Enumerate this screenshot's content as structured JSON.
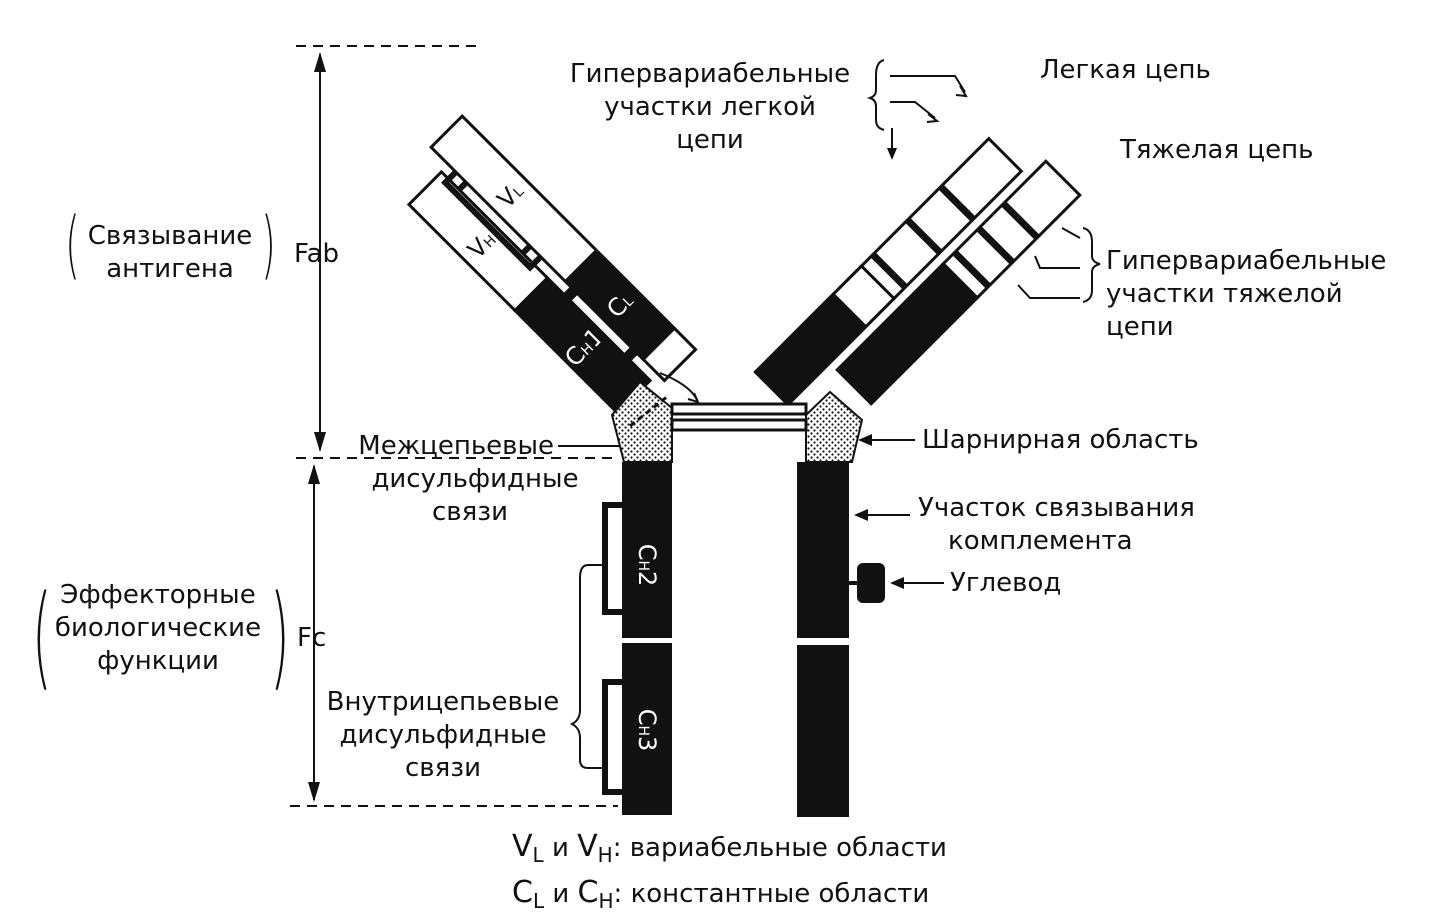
{
  "domains": {
    "vl": "V",
    "vl_sub": "L",
    "vh": "V",
    "vh_sub": "H",
    "cl": "C",
    "cl_sub": "L",
    "ch1": "C",
    "ch1_sub": "H",
    "ch1_num": "1",
    "ch2": "C",
    "ch2_sub": "H",
    "ch2_num": "2",
    "ch3": "C",
    "ch3_sub": "H",
    "ch3_num": "3"
  },
  "labels": {
    "hypervariable_light": [
      "Гипервариабельные",
      "участки легкой",
      "цепи"
    ],
    "light_chain": "Легкая цепь",
    "heavy_chain": "Тяжелая цепь",
    "hypervariable_heavy": [
      "Гипервариабельные",
      "участки тяжелой",
      "цепи"
    ],
    "antigen_binding": [
      "Связывание",
      "антигена"
    ],
    "fab": "Fab",
    "interchain_disulfide": [
      "Межцепьевые",
      "дисульфидные",
      "связи"
    ],
    "hinge": "Шарнирная область",
    "complement_binding": [
      "Участок связывания",
      "комплемента"
    ],
    "carbohydrate": "Углевод",
    "effector_functions": [
      "Эффекторные",
      "биологические",
      "функции"
    ],
    "fc": "Fc",
    "intrachain_disulfide": [
      "Внутрицепьевые",
      "дисульфидные",
      "связи"
    ]
  },
  "legend": {
    "line1": {
      "a": "V",
      "a_sub": "L",
      "and": "и",
      "b": "V",
      "b_sub": "H",
      "text": ": вариабельные области"
    },
    "line2": {
      "a": "C",
      "a_sub": "L",
      "and": "и",
      "b": "C",
      "b_sub": "H",
      "text": ": константные области"
    }
  },
  "colors": {
    "ink": "#111111",
    "paper": "#ffffff"
  }
}
